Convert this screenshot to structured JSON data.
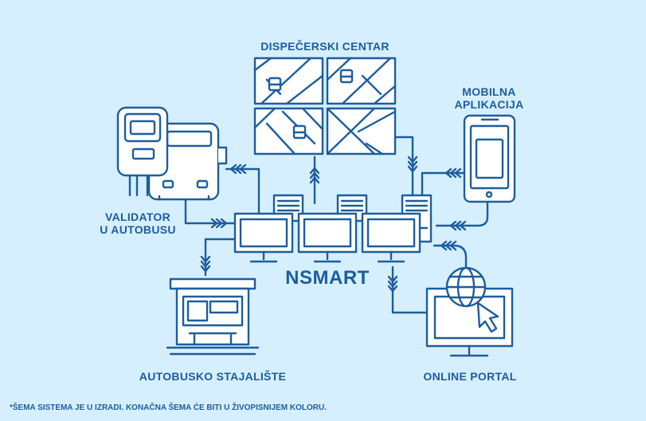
{
  "colors": {
    "background": "#d6efff",
    "line": "#1d5d9e",
    "fill": "#ffffff"
  },
  "labels": {
    "dispatch": "DISPEČERSKI CENTAR",
    "mobile_line1": "MOBILNA",
    "mobile_line2": "APLIKACIJA",
    "validator_line1": "VALIDATOR",
    "validator_line2": "U AUTOBUSU",
    "center": "NSMART",
    "bus_stop": "AUTOBUSKO STAJALIŠTE",
    "portal": "ONLINE PORTAL"
  },
  "footnote": "*ŠEMA SISTEMA JE U IZRADI. KONAČNA ŠEMA ĆE BITI U ŽIVOPISNIJEM KOLORU.",
  "icons": [
    "map-screen-icon",
    "bus-icon",
    "validator-icon",
    "smartphone-icon",
    "computer-icon",
    "server-icon",
    "bus-stop-icon",
    "globe-icon",
    "cursor-icon",
    "monitor-icon"
  ]
}
